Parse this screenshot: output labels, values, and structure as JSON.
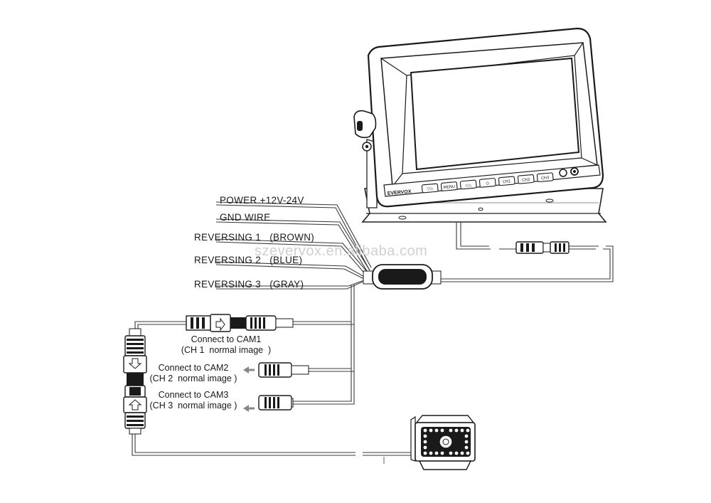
{
  "wires": {
    "power": "POWER +12V-24V",
    "gnd": "GND WIRE",
    "rev1": "REVERSING 1   (BROWN)",
    "rev2": "REVERSING 2   (BLUE)",
    "rev3": "REVERSING 3   (GRAY)"
  },
  "cameras": {
    "cam1": {
      "line1": "Connect to CAM1",
      "line2": "(CH 1  normal image  )"
    },
    "cam2": {
      "line1": "Connect to CAM2",
      "line2": "(CH 2  normal image )"
    },
    "cam3": {
      "line1": "Connect to CAM3",
      "line2": "(CH 3  normal image )"
    }
  },
  "watermark": "szevervox.en.alibaba.com",
  "monitor": {
    "brand_text": "EVERVOX",
    "buttons": [
      "▽◇",
      "MENU",
      "◇△",
      "⏻",
      "CH1",
      "CH2",
      "CH3"
    ]
  }
}
